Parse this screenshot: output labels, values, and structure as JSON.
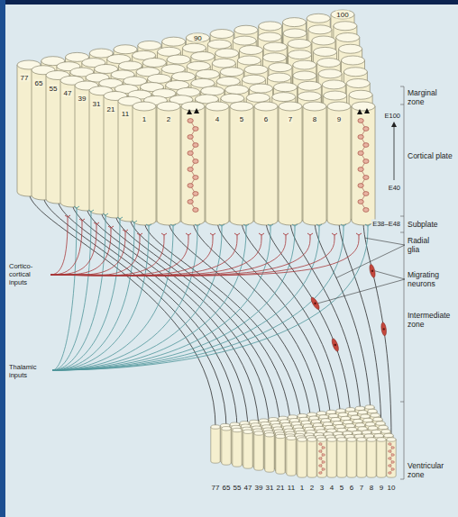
{
  "diagram": {
    "labels": [
      "90",
      "100",
      "77",
      "65",
      "55",
      "47",
      "39",
      "31",
      "21",
      "11",
      "1",
      "2",
      "4",
      "5",
      "6",
      "7",
      "8",
      "9",
      "Marginal zone",
      "E100",
      "Cortical plate",
      "E40",
      "E38–E48",
      "Subplate",
      "Radial glia",
      "Migrating neurons",
      "Intermediate zone",
      "Ventricular zone",
      "Cortico-cortical inputs",
      "Thalamic inputs",
      "77",
      "65",
      "55",
      "47",
      "39",
      "31",
      "21",
      "11",
      "1",
      "2",
      "3",
      "4",
      "5",
      "6",
      "7",
      "8",
      "9",
      "10"
    ]
  }
}
